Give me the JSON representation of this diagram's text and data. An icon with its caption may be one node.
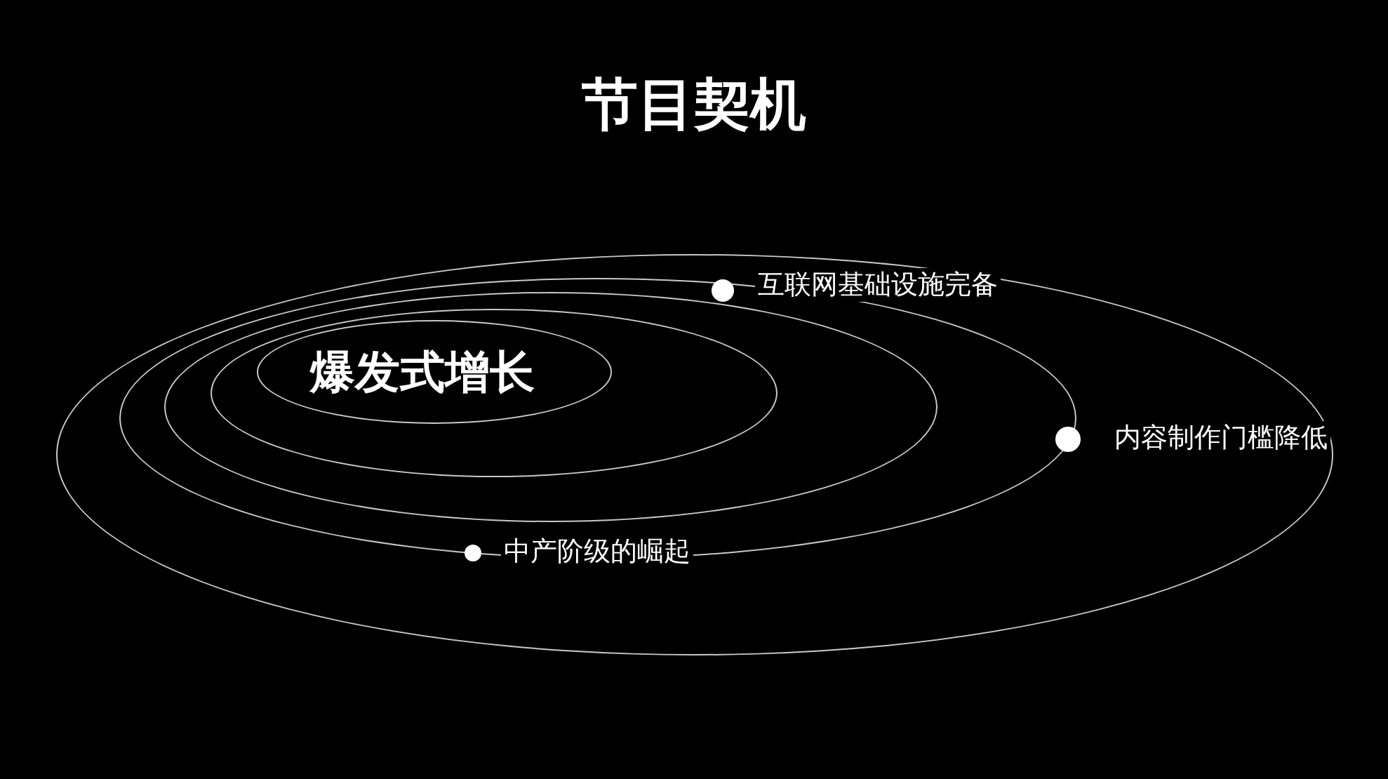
{
  "diagram": {
    "title": "节目契机",
    "nodes": [
      {
        "text": [],
        "shape": "ellipse"
      },
      {
        "text": [],
        "shape": "ellipse",
        "in": 0
      },
      {
        "text": [],
        "shape": "ellipse",
        "in": 1
      },
      {
        "text": [],
        "shape": "ellipse",
        "in": 2
      },
      {
        "text": [
          "爆发式增长"
        ],
        "in": 3
      },
      {
        "text": [],
        "shape": "circle",
        "beside": [
          "互联网基础设施完备"
        ],
        "in": 1
      },
      {
        "text": [],
        "shape": "circle",
        "beside": [
          "内容制作门槛降低"
        ],
        "in": 0
      },
      {
        "text": [],
        "shape": "circle",
        "beside": [
          "中产阶级的崛起"
        ],
        "in": 0
      }
    ]
  }
}
